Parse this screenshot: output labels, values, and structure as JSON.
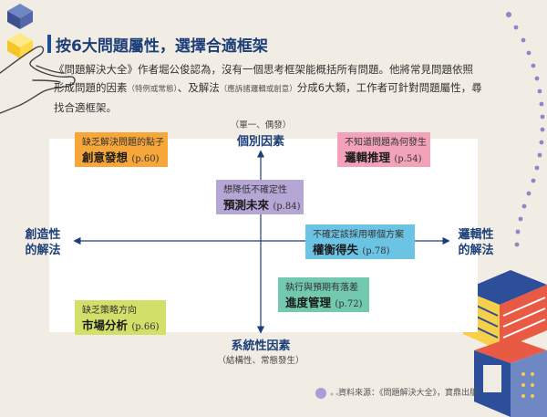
{
  "header": {
    "title": "按6大問題屬性，選擇合適框架"
  },
  "intro": {
    "part1": "《問題解決大全》作者堀公俊認為，沒有一個思考框架能概括所有問題。他將常見問題依照形成問題的因素",
    "note1": "（特例或常態）",
    "part2": "、及解法",
    "note2": "（應訴諸邏輯或創意）",
    "part3": "分成6大類，工作者可針對問題屬性，尋找合適框架。"
  },
  "axes": {
    "top_sub": "（單一、偶發）",
    "top_label": "個別因素",
    "bottom_label": "系統性因素",
    "bottom_sub": "（結構性、常態發生）",
    "left_line1": "創造性",
    "left_line2": "的解法",
    "right_line1": "邏輯性",
    "right_line2": "的解法"
  },
  "boxes": [
    {
      "desc": "缺乏解決問題的點子",
      "name": "創意發想",
      "page": "(p.60)",
      "color": "#f7a63a"
    },
    {
      "desc": "不知道問題為何發生",
      "name": "邏輯推理",
      "page": "(p.54)",
      "color": "#f2a3b9"
    },
    {
      "desc": "想降低不確定性",
      "name": "預測未來",
      "page": "(p.84)",
      "color": "#b5a6d5"
    },
    {
      "desc": "不確定該採用哪個方案",
      "name": "權衡得失",
      "page": "(p.78)",
      "color": "#6cc4e4"
    },
    {
      "desc": "執行與預期有落差",
      "name": "進度管理",
      "page": "(p.72)",
      "color": "#72c9ae"
    },
    {
      "desc": "缺乏策略方向",
      "name": "市場分析",
      "page": "(p.66)",
      "color": "#d2df69"
    }
  ],
  "source": "資料來源：《問題解決大全》，寶鼎出版"
}
